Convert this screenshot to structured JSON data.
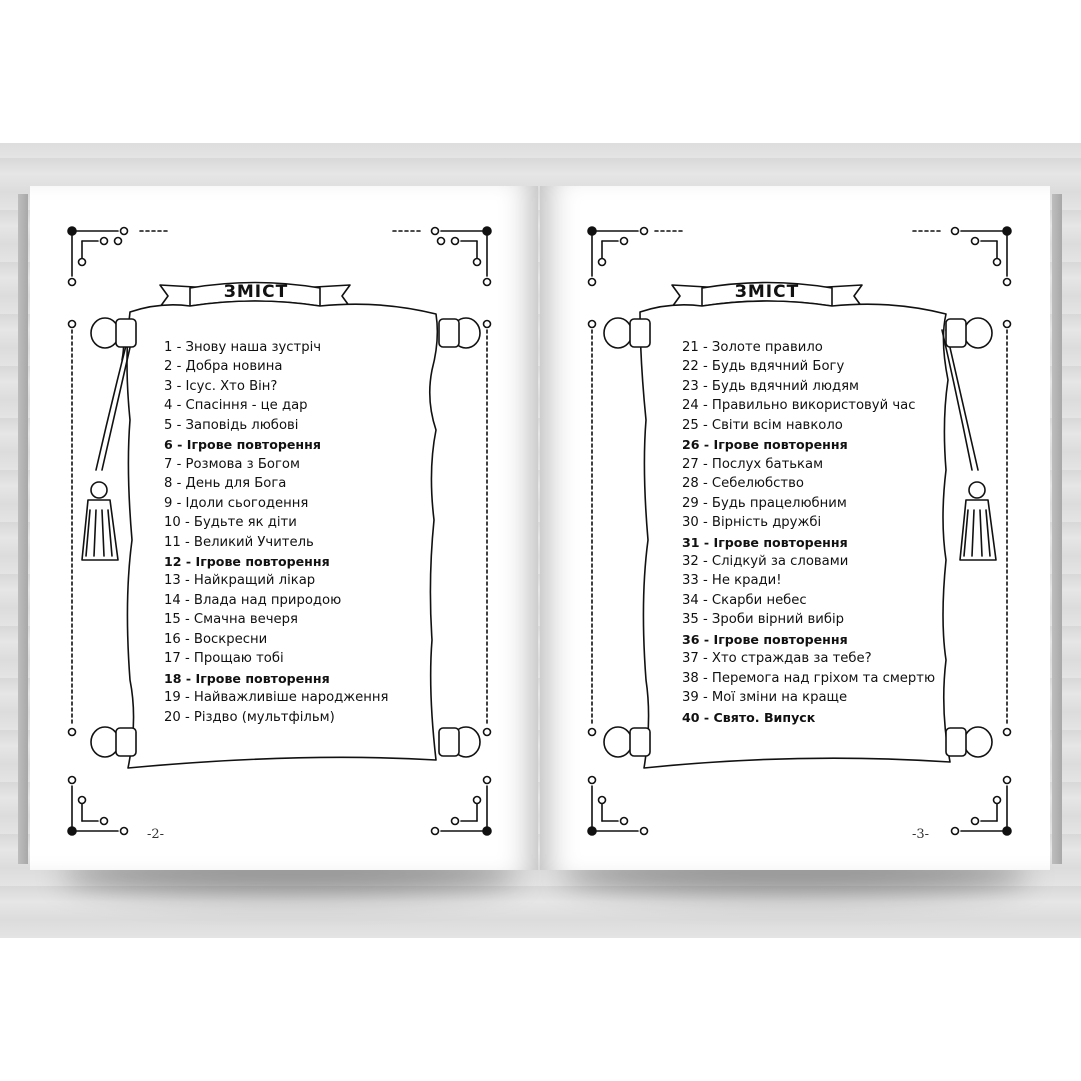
{
  "left_page": {
    "title": "ЗМІСТ",
    "items": [
      {
        "text": "1 - Знову наша зустріч",
        "bold": false
      },
      {
        "text": "2 - Добра новина",
        "bold": false
      },
      {
        "text": "3 - Ісус. Хто Він?",
        "bold": false
      },
      {
        "text": "4 - Спасіння - це дар",
        "bold": false
      },
      {
        "text": "5 - Заповідь любові",
        "bold": false
      },
      {
        "text": "6 - Ігрове повторення",
        "bold": true
      },
      {
        "text": "7 - Розмова з Богом",
        "bold": false
      },
      {
        "text": "8 - День для Бога",
        "bold": false
      },
      {
        "text": "9 - Ідоли сьогодення",
        "bold": false
      },
      {
        "text": "10 - Будьте як діти",
        "bold": false
      },
      {
        "text": "11 - Великий Учитель",
        "bold": false
      },
      {
        "text": "12 - Ігрове повторення",
        "bold": true
      },
      {
        "text": "13 - Найкращий лікар",
        "bold": false
      },
      {
        "text": "14 - Влада над природою",
        "bold": false
      },
      {
        "text": "15 - Смачна вечеря",
        "bold": false
      },
      {
        "text": "16 - Воскресни",
        "bold": false
      },
      {
        "text": "17 - Прощаю тобі",
        "bold": false
      },
      {
        "text": "18 - Ігрове повторення",
        "bold": true
      },
      {
        "text": "19 - Найважливіше народження",
        "bold": false
      },
      {
        "text": "20 - Різдво (мультфільм)",
        "bold": false
      }
    ],
    "page_number": "-2-"
  },
  "right_page": {
    "title": "ЗМІСТ",
    "items": [
      {
        "text": "21 - Золоте правило",
        "bold": false
      },
      {
        "text": "22 - Будь вдячний Богу",
        "bold": false
      },
      {
        "text": "23 - Будь вдячний людям",
        "bold": false
      },
      {
        "text": "24 - Правильно використовуй час",
        "bold": false
      },
      {
        "text": "25 - Світи всім навколо",
        "bold": false
      },
      {
        "text": "26 - Ігрове повторення",
        "bold": true
      },
      {
        "text": "27 - Послух батькам",
        "bold": false
      },
      {
        "text": "28 - Себелюбство",
        "bold": false
      },
      {
        "text": "29 - Будь працелюбним",
        "bold": false
      },
      {
        "text": "30 - Вірність дружбі",
        "bold": false
      },
      {
        "text": "31 - Ігрове повторення",
        "bold": true
      },
      {
        "text": "32 - Слідкуй за словами",
        "bold": false
      },
      {
        "text": "33 - Не кради!",
        "bold": false
      },
      {
        "text": "34 - Скарби небес",
        "bold": false
      },
      {
        "text": "35 - Зроби вірний вибір",
        "bold": false
      },
      {
        "text": "36 - Ігрове повторення",
        "bold": true
      },
      {
        "text": "37 - Хто страждав за тебе?",
        "bold": false
      },
      {
        "text": "38 - Перемога над гріхом та смертю",
        "bold": false
      },
      {
        "text": "39 - Мої зміни на краще",
        "bold": false
      },
      {
        "text": "40 - Свято. Випуск",
        "bold": true
      }
    ],
    "page_number": "-3-"
  }
}
